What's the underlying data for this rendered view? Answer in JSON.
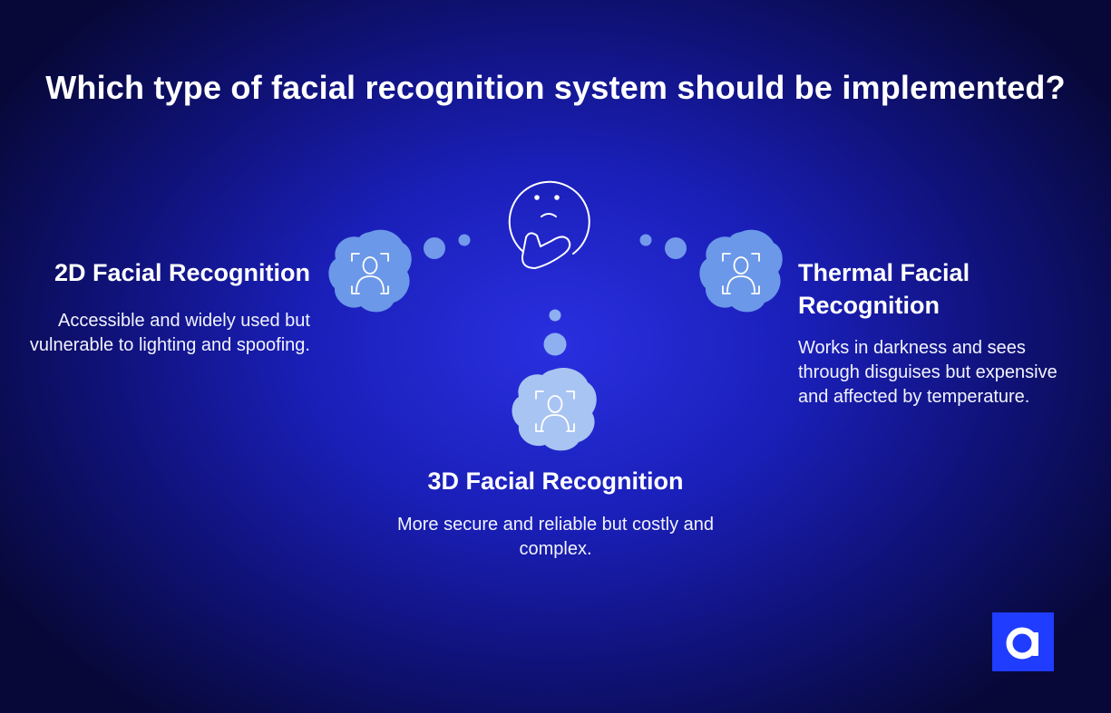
{
  "title": "Which type of facial recognition system should be implemented?",
  "options": [
    {
      "heading": "2D Facial Recognition",
      "description": "Accessible and widely used but vulnerable to lighting and spoofing."
    },
    {
      "heading": "3D Facial Recognition",
      "description": "More secure and reliable but costly and complex."
    },
    {
      "heading": "Thermal Facial Recognition",
      "description": "Works in darkness and sees through disguises but expensive and affected by temperature."
    }
  ],
  "icons": {
    "center": "thinking-face-icon",
    "option_icon": "face-scan-icon",
    "logo": "brand-logo-a"
  },
  "colors": {
    "badge_fill": "#6b98e8",
    "badge_fill_light": "#a8c4f2",
    "logo_bg": "#1f3cff"
  }
}
